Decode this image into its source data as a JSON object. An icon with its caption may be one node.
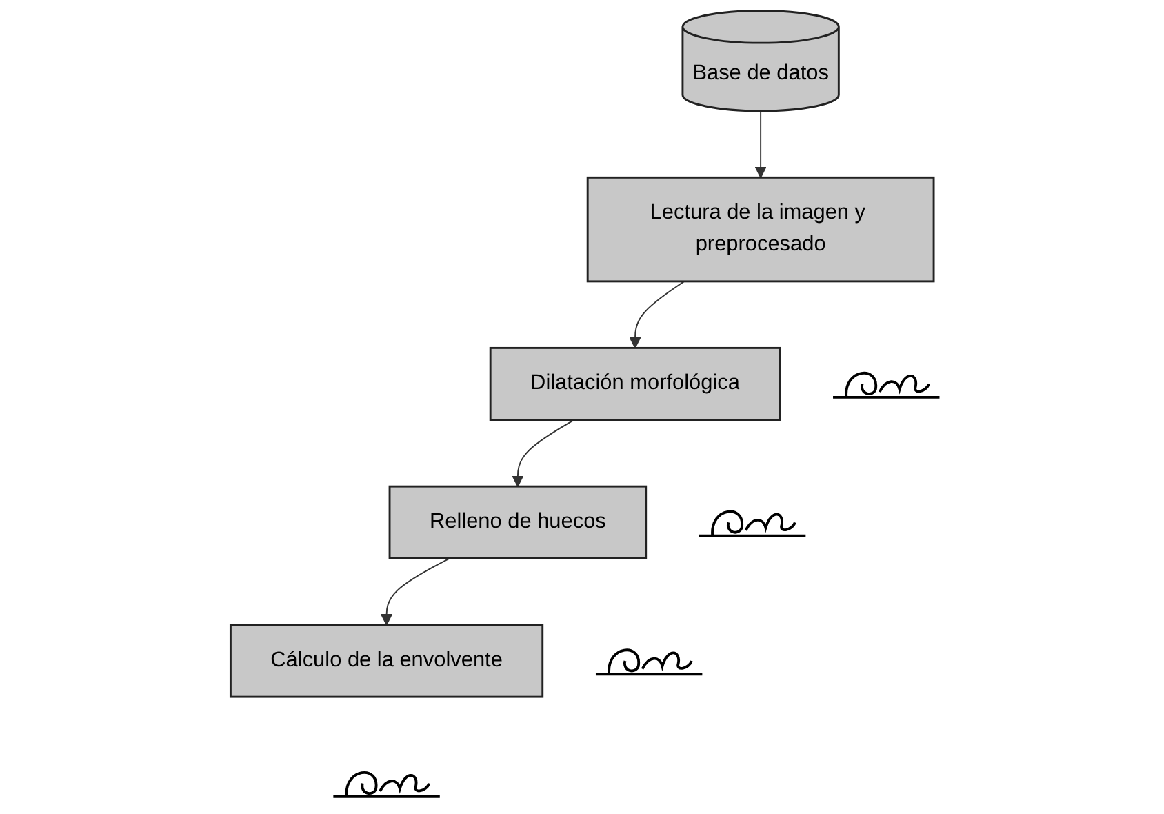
{
  "diagram": {
    "nodes": [
      {
        "text": [
          "Base de datos"
        ]
      },
      {
        "text": [
          "Lectura de la imagen y preprocesado"
        ]
      },
      {
        "text": [
          "Dilatación morfológica"
        ]
      },
      {
        "text": [
          "Relleno de huecos"
        ]
      },
      {
        "text": [
          "Cálculo de la envolvente"
        ]
      },
      {
        "text": [],
        "shape": "picture"
      },
      {
        "text": [],
        "shape": "picture"
      },
      {
        "text": [],
        "shape": "picture"
      },
      {
        "text": [],
        "shape": "picture"
      }
    ],
    "edges": [
      {
        "from": 0,
        "to": 1,
        "arrow": "to"
      },
      {
        "from": 1,
        "to": 2,
        "arrow": "to"
      },
      {
        "from": 2,
        "to": 3,
        "arrow": "to"
      },
      {
        "from": 3,
        "to": 4,
        "arrow": "to"
      }
    ]
  }
}
